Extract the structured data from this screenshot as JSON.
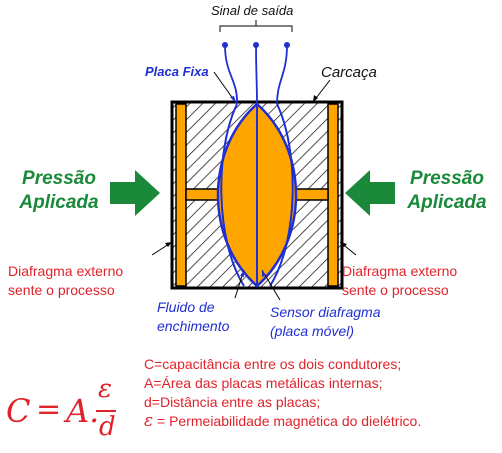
{
  "labels": {
    "signal_out": "Sinal de saída",
    "fixed_plate": "Placa Fixa",
    "housing": "Carcaça",
    "pressure_left_line1": "Pressão",
    "pressure_left_line2": "Aplicada",
    "pressure_right_line1": "Pressão",
    "pressure_right_line2": "Aplicada",
    "ext_diaphragm_left_line1": "Diafragma externo",
    "ext_diaphragm_left_line2": "sente o processo",
    "ext_diaphragm_right_line1": "Diafragma externo",
    "ext_diaphragm_right_line2": "sente o processo",
    "fill_fluid_line1": "Fluido de",
    "fill_fluid_line2": "enchimento",
    "sensor_line1": "Sensor diafragma",
    "sensor_line2": "(placa móvel)"
  },
  "formula": {
    "lhs": "C",
    "equals": "=",
    "a": "A.",
    "numerator": "ε",
    "denominator": "d"
  },
  "legend": {
    "line1": "C=capacitância entre os dois condutores;",
    "line2": "A=Área das placas metálicas internas;",
    "line3": "d=Distância entre as placas;",
    "line4_symbol": "ε",
    "line4_text": "= Permeiabilidade magnética do dielétrico."
  },
  "colors": {
    "fluid": "#ffa500",
    "arrow_green": "#1a8a3a",
    "wire_blue": "#1f2fd1",
    "text_red": "#e0232b"
  }
}
